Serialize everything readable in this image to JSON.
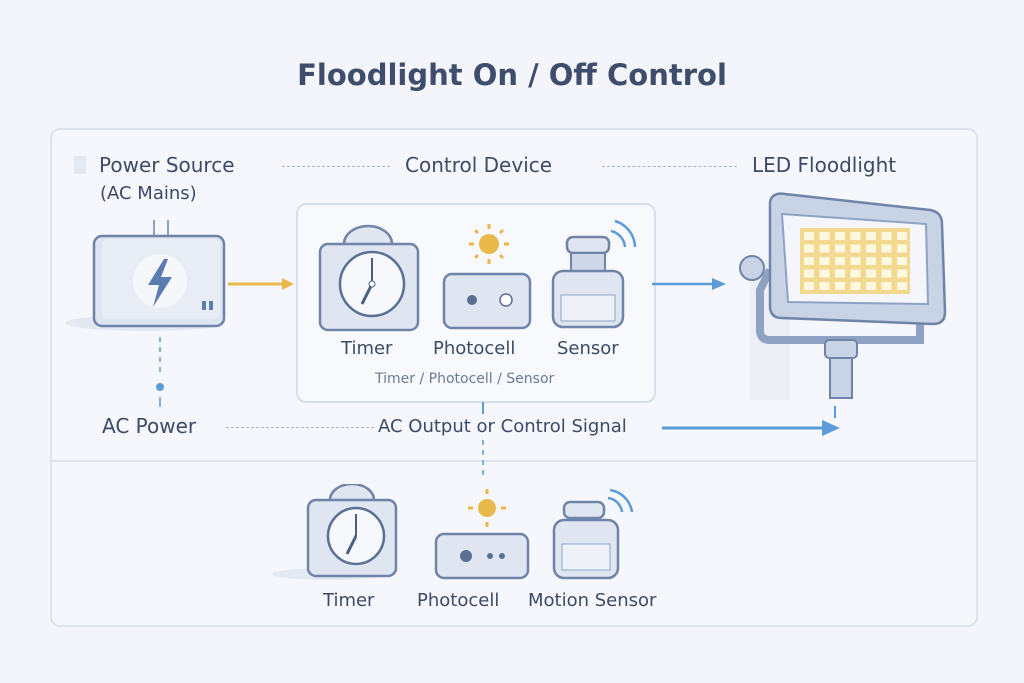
{
  "title": "Floodlight On / Off Control",
  "header": {
    "power_source": "Power Source",
    "power_source_sub": "(AC Mains)",
    "control_device": "Control Device",
    "led_floodlight": "LED Floodlight"
  },
  "control_box": {
    "items": [
      "Timer",
      "Photocell",
      "Sensor"
    ],
    "caption": "Timer / Photocell / Sensor"
  },
  "flow": {
    "ac_power": "AC Power",
    "ac_output": "AC Output or Control Signal"
  },
  "options": [
    "Timer",
    "Photocell",
    "Motion Sensor"
  ],
  "colors": {
    "accent_blue": "#5b9bd8",
    "accent_yellow": "#e9b84a",
    "device": "#8fa2c4"
  }
}
